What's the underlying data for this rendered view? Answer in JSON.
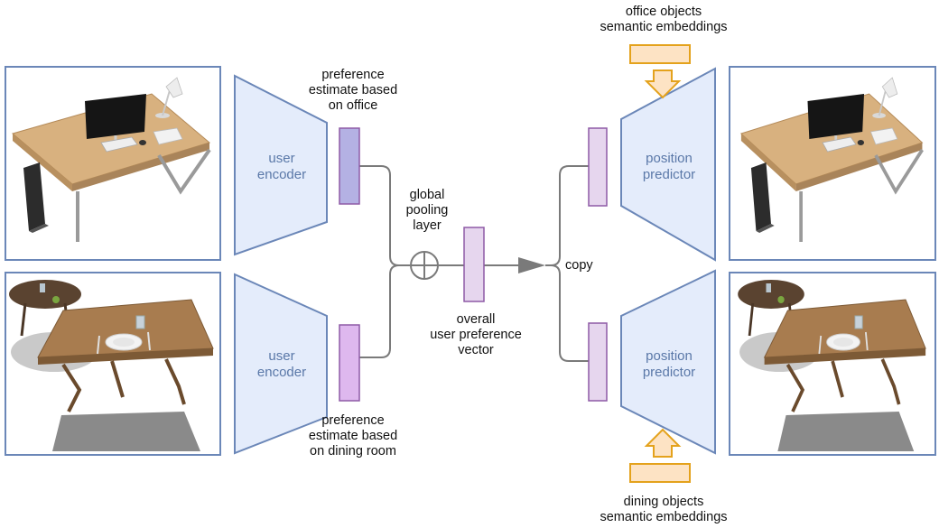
{
  "diagram": {
    "left_blocks": {
      "top": "user\nencoder",
      "bottom": "user\nencoder"
    },
    "right_blocks": {
      "top": "position\npredictor",
      "bottom": "position\npredictor"
    },
    "labels": {
      "pref_office": "preference\nestimate based\non office",
      "pref_dining": "preference\nestimate based\non dining room",
      "global_pooling": "global\npooling\nlayer",
      "overall_vector": "overall\nuser preference\nvector",
      "copy": "copy",
      "office_embeddings": "office objects\nsemantic embeddings",
      "dining_embeddings": "dining objects\nsemantic  embeddings"
    },
    "images": {
      "office_scene": "office-desk-scene",
      "dining_scene": "dining-table-scene"
    },
    "colors": {
      "frame": "#6b87b8",
      "block_fill": "#e4ecfb",
      "block_stroke": "#6b87b8",
      "office_vector": "#b4b1e3",
      "dining_vector": "#deb8ee",
      "pooled_vector": "#e6d6ee",
      "vector_stroke": "#8e5aa6",
      "embedding_fill": "#fde3c4",
      "embedding_stroke": "#e4a21c",
      "connector": "#7a7a7a"
    }
  }
}
